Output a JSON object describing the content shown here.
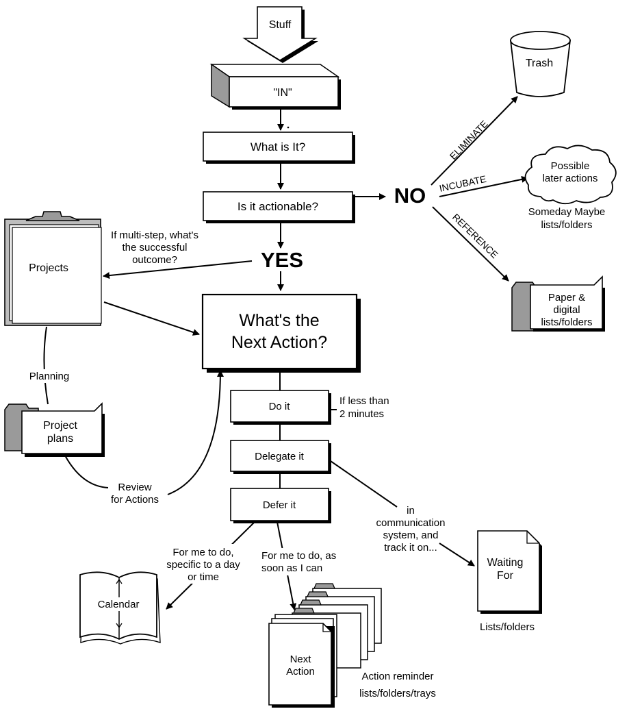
{
  "labels": {
    "stuff": "Stuff",
    "in": "\"IN\"",
    "what_is_it": "What is It?",
    "is_actionable": "Is it  actionable?",
    "no": "NO",
    "yes": "YES",
    "next_action_1": "What's the",
    "next_action_2": "Next Action?",
    "trash": "Trash",
    "eliminate": "ELIMINATE",
    "incubate": "INCUBATE",
    "reference": "REFERENCE",
    "possible_1": "Possible",
    "possible_2": "later actions",
    "someday_1": "Someday Maybe",
    "someday_2": "lists/folders",
    "ref_1": "Paper &",
    "ref_2": "digital",
    "ref_3": "lists/folders",
    "multistep_1": "If multi-step, what's",
    "multistep_2": "the successful",
    "multistep_3": "outcome?",
    "projects": "Projects",
    "planning": "Planning",
    "project_plans_1": "Project",
    "project_plans_2": "plans",
    "review_1": "Review",
    "review_2": "for Actions",
    "do_it": "Do it",
    "less2_1": "If less than",
    "less2_2": "2 minutes",
    "delegate_it": "Delegate it",
    "defer_it": "Defer it",
    "comm_1": "in",
    "comm_2": "communication",
    "comm_3": "system, and",
    "comm_4": "track it on...",
    "waiting_1": "Waiting",
    "waiting_2": "For",
    "lists_folders": "Lists/folders",
    "specific_1": "For me to do,",
    "specific_2": "specific to a day",
    "specific_3": "or time",
    "asap_1": "For me to do, as",
    "asap_2": "soon as I can",
    "calendar": "Calendar",
    "next_act_1": "Next",
    "next_act_2": "Action",
    "reminder_1": "Action reminder",
    "reminder_2": "lists/folders/trays"
  }
}
